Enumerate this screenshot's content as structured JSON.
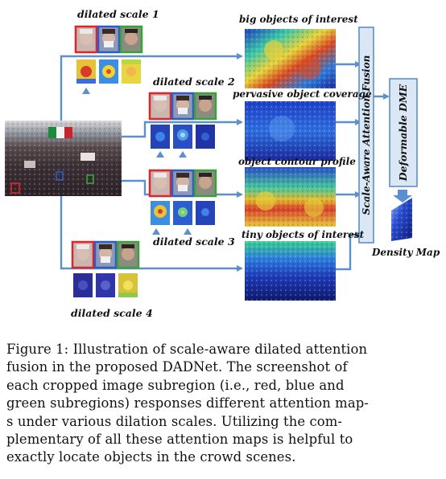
{
  "labels": {
    "dilated_scale_1": "dilated scale 1",
    "dilated_scale_2": "dilated scale 2",
    "dilated_scale_3": "dilated scale 3",
    "dilated_scale_4": "dilated scale 4",
    "big_objects": "big objects of interest",
    "pervasive": "pervasive object coverage",
    "contour": "object contour profile",
    "tiny_objects": "tiny objects of interest",
    "fusion": "Scale-Aware Attention Fusion",
    "dme": "Deformable DME",
    "density_map": "Density Map"
  },
  "caption": {
    "lines": [
      "Figure 1: Illustration of scale-aware dilated attention",
      "fusion in the proposed DADNet. The screenshot of",
      "each cropped image subregion (i.e., red, blue and",
      "green subregions) responses different attention map-",
      "s under various dilation scales. Utilizing the com-",
      "plementary of all these attention maps is helpful to",
      "exactly locate objects in the crowd scenes."
    ]
  },
  "colors": {
    "arrow": "#5b8fd0",
    "red_box": "#e0242a",
    "blue_box": "#2f5bc8",
    "green_box": "#3aa23a",
    "fusion_bg": "#dbe7f5",
    "fusion_border": "#5b8fd0"
  }
}
